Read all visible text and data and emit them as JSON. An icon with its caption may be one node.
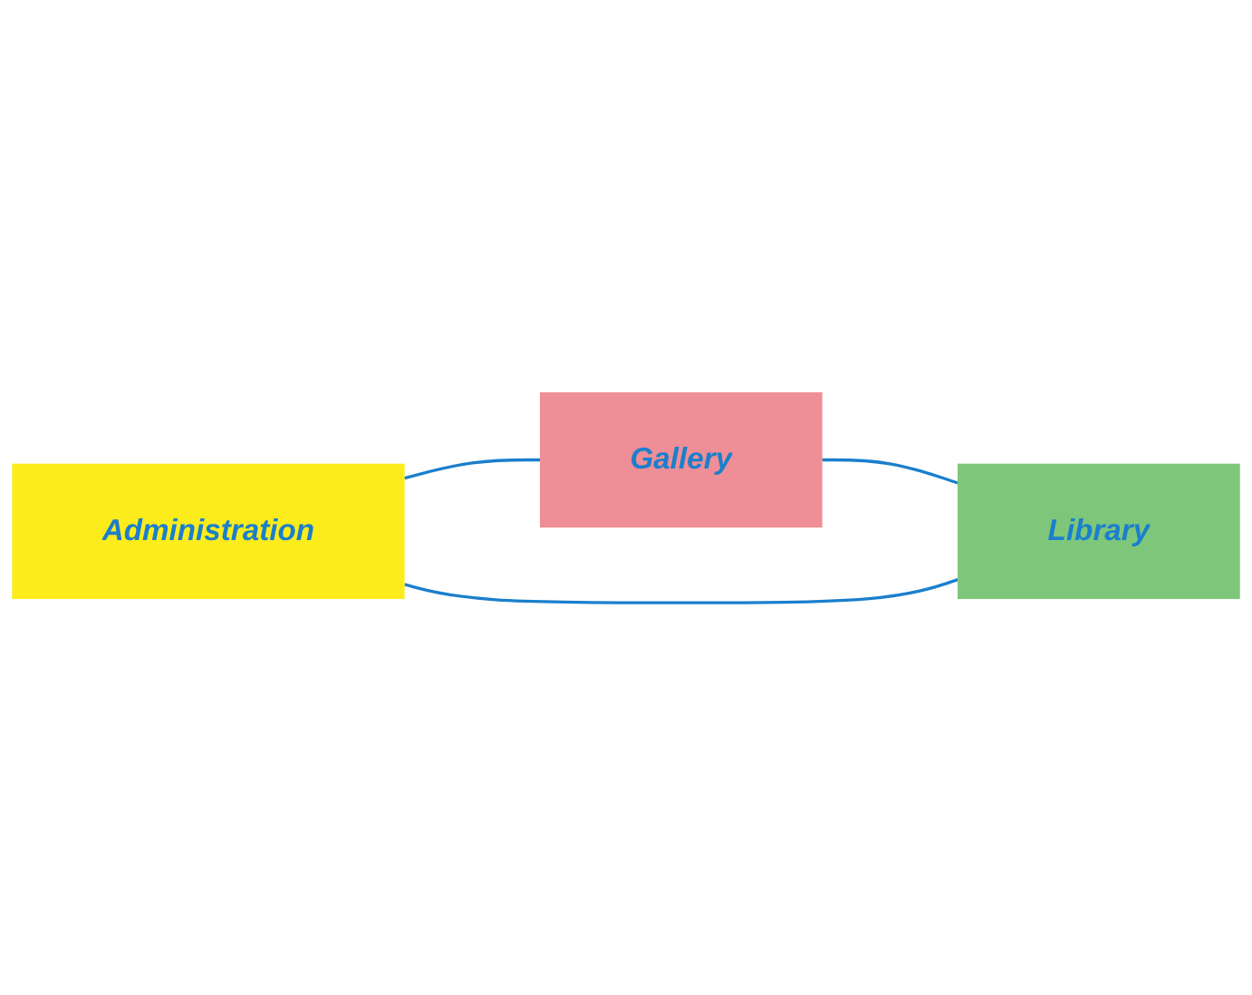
{
  "diagram": {
    "nodes": [
      {
        "text": [
          "Administration"
        ]
      },
      {
        "text": [
          "Gallery"
        ]
      },
      {
        "text": [
          "Library"
        ]
      }
    ],
    "edges": [
      {
        "from": 0,
        "to": 1,
        "arrow": "none"
      },
      {
        "from": 1,
        "to": 2,
        "arrow": "none"
      },
      {
        "from": 2,
        "to": 0,
        "arrow": "none"
      }
    ]
  }
}
